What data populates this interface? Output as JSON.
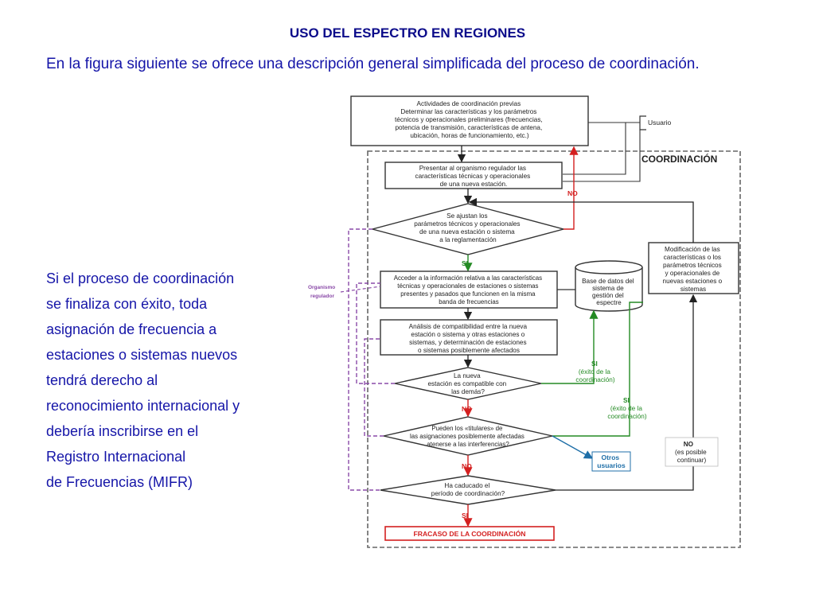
{
  "title": "USO DEL ESPECTRO EN REGIONES",
  "subtitle": "En la figura siguiente se ofrece una descripción general simplificada del proceso de coordinación.",
  "body_lines": [
    "Si el proceso de coordinación",
    "se finaliza con éxito, toda",
    "asignación de frecuencia a",
    "estaciones o sistemas nuevos",
    "tendrá derecho al",
    "reconocimiento internacional y",
    "debería inscribirse en el",
    "Registro Internacional",
    "de Frecuencias (MIFR)"
  ],
  "diagram": {
    "prev_activities": [
      "Actividades de coordinación previas",
      "Determinar las características y los parámetros",
      "técnicos y operacionales preliminares (frecuencias,",
      "potencia de transmisión, características de antena,",
      "ubicación, horas de funcionamiento, etc.)"
    ],
    "usuario": "Usuario",
    "coordinacion_label": "COORDINACIÓN",
    "present": [
      "Presentar al organismo regulador las",
      "características técnicas y operacionales",
      "de una nueva estación."
    ],
    "decision_ajustan": [
      "Se ajustan los",
      "parámetros técnicos y operacionales",
      "de una nueva estación o sistema",
      "a la reglamentación"
    ],
    "access": [
      "Acceder a la información relativa a las características",
      "técnicas y operacionales de estaciones o sistemas",
      "presentes y pasados que funcionen en la misma",
      "banda de frecuencias"
    ],
    "database": [
      "Base de datos del",
      "sistema de",
      "gestión del",
      "espectre"
    ],
    "modification": [
      "Modificación de las",
      "características o los",
      "parámetros técnicos",
      "y operacionales de",
      "nuevas estaciones o",
      "sistemas"
    ],
    "organismo": [
      "Organismo",
      "regulador"
    ],
    "analysis": [
      "Análisis de compatibilidad entre la nueva",
      "estación o sistema y otras estaciones o",
      "sistemas, y determinación de estaciones",
      "o sistemas posiblemente afectados"
    ],
    "decision_compatible": [
      "La nueva",
      "estación es compatible con",
      "las demás?"
    ],
    "decision_titulares": [
      "Pueden los «titulares» de",
      "las asignaciones posiblemente afectadas",
      "atenerse a las interferencias?"
    ],
    "decision_caducado": [
      "Ha caducado el",
      "período de coordinación?"
    ],
    "fracaso": "FRACASO DE LA COORDINACIÓN",
    "label_no": "NO",
    "label_si": "SI",
    "si_exito": [
      "SI",
      "(éxito de la",
      "coordinación)"
    ],
    "otros_usuarios": [
      "Otros",
      "usuarios"
    ],
    "no_posible": [
      "NO",
      "(es posible",
      "continuar)"
    ]
  },
  "colors": {
    "title": "#0b0b8a",
    "text": "#1515a8",
    "red": "#d42020",
    "green": "#238a23",
    "purple": "#8a4aa8",
    "blue": "#1f6fa8"
  }
}
